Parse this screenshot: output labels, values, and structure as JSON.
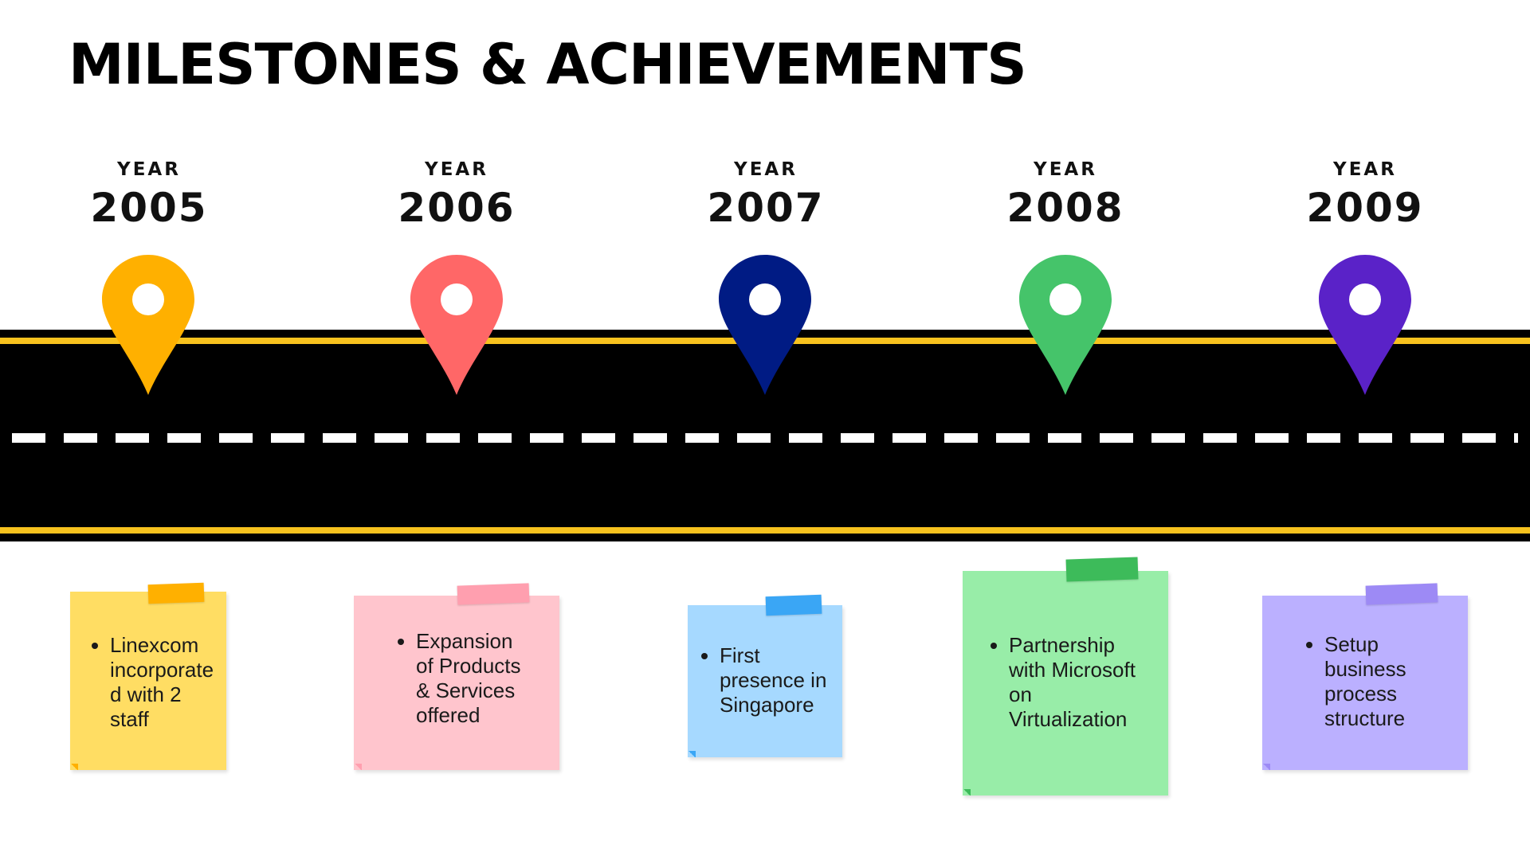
{
  "title": "MILESTONES & ACHIEVEMENTS",
  "colors": {
    "road": "#000000",
    "road_edge": "#f7c21e",
    "road_dash": "#ffffff"
  },
  "milestones": [
    {
      "year_label": "YEAR",
      "year": "2005",
      "pin_color": "#ffb000",
      "note_color": "#ffdd63",
      "tape_color": "#ffb000",
      "text": "Linexcom\nincorporate\nd with 2\nstaff"
    },
    {
      "year_label": "YEAR",
      "year": "2006",
      "pin_color": "#ff6767",
      "note_color": "#ffc5cd",
      "tape_color": "#ff9faf",
      "text": "Expansion\nof Products\n&  Services\noffered"
    },
    {
      "year_label": "YEAR",
      "year": "2007",
      "pin_color": "#001b84",
      "note_color": "#a6d9ff",
      "tape_color": "#3aa6f5",
      "text": "First\npresence in\nSingapore"
    },
    {
      "year_label": "YEAR",
      "year": "2008",
      "pin_color": "#45c46a",
      "note_color": "#98eda8",
      "tape_color": "#3dbb5a",
      "text": "Partnership\nwith Microsoft\non\nVirtualization"
    },
    {
      "year_label": "YEAR",
      "year": "2009",
      "pin_color": "#5a22c8",
      "note_color": "#bbb0ff",
      "tape_color": "#9d8af5",
      "text": "Setup\n business\nprocess\nstructure"
    }
  ]
}
